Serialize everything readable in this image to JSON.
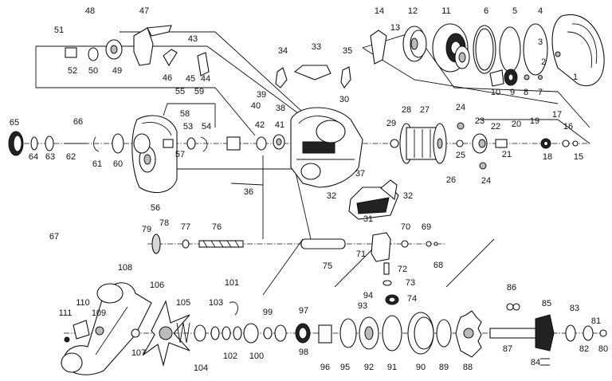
{
  "labels": [
    "1",
    "2",
    "3",
    "4",
    "5",
    "6",
    "7",
    "8",
    "9",
    "10",
    "11",
    "12",
    "13",
    "14",
    "15",
    "16",
    "17",
    "18",
    "19",
    "20",
    "21",
    "22",
    "23",
    "24",
    "24",
    "25",
    "26",
    "27",
    "28",
    "29",
    "30",
    "31",
    "32",
    "32",
    "33",
    "34",
    "35",
    "36",
    "37",
    "38",
    "39",
    "40",
    "41",
    "42",
    "43",
    "44",
    "45",
    "46",
    "47",
    "48",
    "49",
    "50",
    "51",
    "52",
    "53",
    "54",
    "55",
    "56",
    "57",
    "58",
    "59",
    "60",
    "61",
    "62",
    "63",
    "64",
    "65",
    "66",
    "67",
    "68",
    "69",
    "70",
    "71",
    "72",
    "73",
    "74",
    "75",
    "76",
    "77",
    "78",
    "79",
    "80",
    "81",
    "82",
    "83",
    "84",
    "85",
    "86",
    "87",
    "88",
    "89",
    "90",
    "91",
    "92",
    "93",
    "94",
    "95",
    "96",
    "97",
    "98",
    "99",
    "100",
    "101",
    "102",
    "103",
    "104",
    "105",
    "106",
    "107",
    "108",
    "109",
    "110",
    "111",
    "112"
  ]
}
